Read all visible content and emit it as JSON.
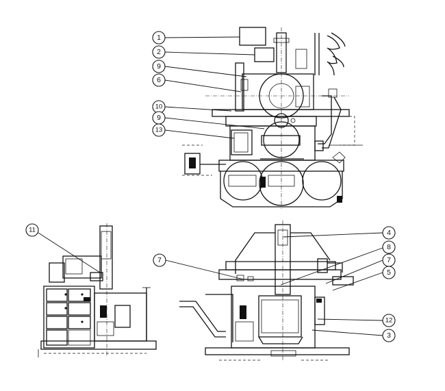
{
  "figure": {
    "callouts_top": [
      {
        "id": "callout-1",
        "label": "1"
      },
      {
        "id": "callout-2",
        "label": "2"
      },
      {
        "id": "callout-9a",
        "label": "9"
      },
      {
        "id": "callout-6",
        "label": "6"
      },
      {
        "id": "callout-10",
        "label": "10"
      },
      {
        "id": "callout-9b",
        "label": "9"
      },
      {
        "id": "callout-13",
        "label": "13"
      }
    ],
    "callouts_side": [
      {
        "id": "callout-11",
        "label": "11"
      }
    ],
    "callouts_front": [
      {
        "id": "callout-4",
        "label": "4"
      },
      {
        "id": "callout-8",
        "label": "8"
      },
      {
        "id": "callout-7a",
        "label": "7"
      },
      {
        "id": "callout-7b",
        "label": "7"
      },
      {
        "id": "callout-5",
        "label": "5"
      },
      {
        "id": "callout-12",
        "label": "12"
      },
      {
        "id": "callout-3",
        "label": "3"
      }
    ]
  }
}
